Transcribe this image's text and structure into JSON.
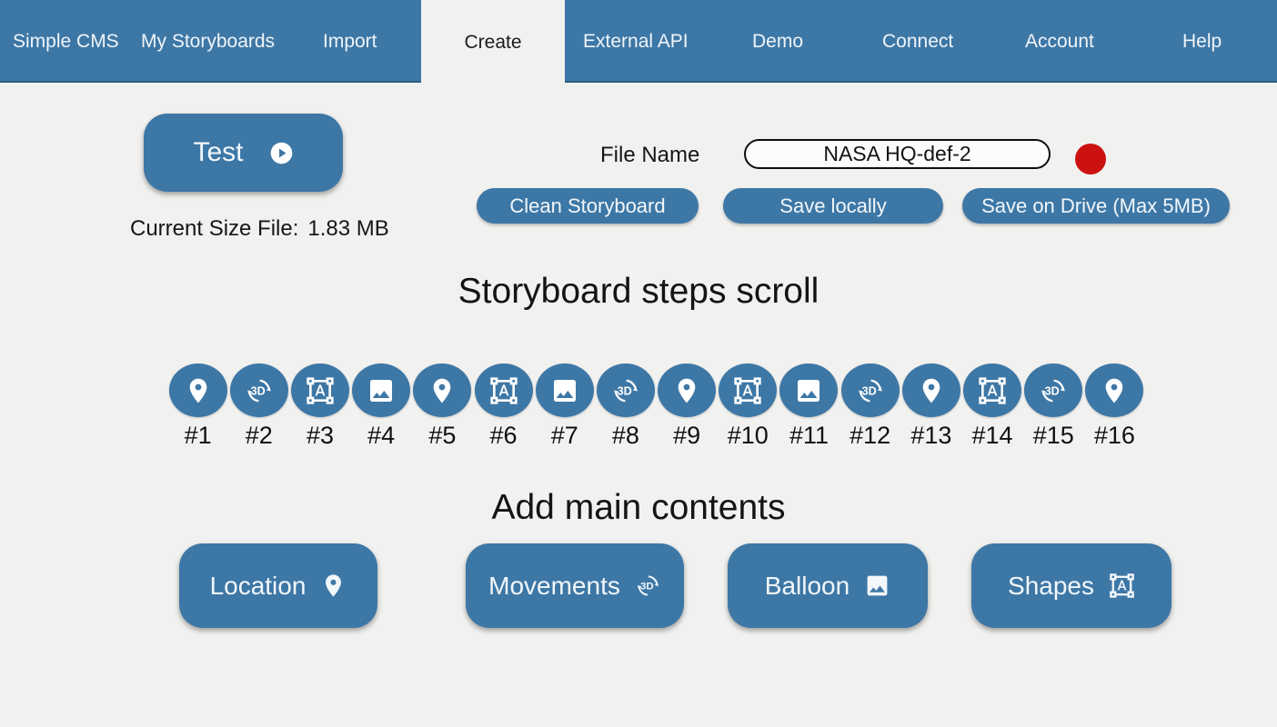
{
  "nav": {
    "brand": "Simple CMS",
    "items": [
      {
        "label": "My Storyboards"
      },
      {
        "label": "Import"
      },
      {
        "label": "Create",
        "active": true
      },
      {
        "label": "External API"
      },
      {
        "label": "Demo"
      },
      {
        "label": "Connect"
      },
      {
        "label": "Account"
      },
      {
        "label": "Help"
      }
    ]
  },
  "toolbar": {
    "test_label": "Test",
    "test_icon": "play-circle",
    "current_size_label": "Current Size File:",
    "current_size_value": "1.83 MB",
    "file_name_label": "File Name",
    "file_name_value": "NASA HQ-def-2",
    "record_indicator_color": "#cc1111",
    "clean_label": "Clean Storyboard",
    "save_local_label": "Save locally",
    "save_drive_label": "Save on Drive (Max 5MB)"
  },
  "steps": {
    "title": "Storyboard steps scroll",
    "items": [
      {
        "num": "#1",
        "icon": "location-pin"
      },
      {
        "num": "#2",
        "icon": "3d-rotation"
      },
      {
        "num": "#3",
        "icon": "format-shapes"
      },
      {
        "num": "#4",
        "icon": "image"
      },
      {
        "num": "#5",
        "icon": "location-pin"
      },
      {
        "num": "#6",
        "icon": "format-shapes"
      },
      {
        "num": "#7",
        "icon": "image"
      },
      {
        "num": "#8",
        "icon": "3d-rotation"
      },
      {
        "num": "#9",
        "icon": "location-pin"
      },
      {
        "num": "#10",
        "icon": "format-shapes"
      },
      {
        "num": "#11",
        "icon": "image"
      },
      {
        "num": "#12",
        "icon": "3d-rotation"
      },
      {
        "num": "#13",
        "icon": "location-pin"
      },
      {
        "num": "#14",
        "icon": "format-shapes"
      },
      {
        "num": "#15",
        "icon": "3d-rotation"
      },
      {
        "num": "#16",
        "icon": "location-pin",
        "clipped": true
      }
    ]
  },
  "contents": {
    "title": "Add main contents",
    "buttons": [
      {
        "label": "Location",
        "icon": "location-pin"
      },
      {
        "label": "Movements",
        "icon": "3d-rotation"
      },
      {
        "label": "Balloon",
        "icon": "image"
      },
      {
        "label": "Shapes",
        "icon": "format-shapes"
      }
    ]
  },
  "colors": {
    "accent": "#3d77a6",
    "accent_dark": "#2d5e85",
    "background": "#f1f1ef",
    "record": "#cc1111"
  }
}
